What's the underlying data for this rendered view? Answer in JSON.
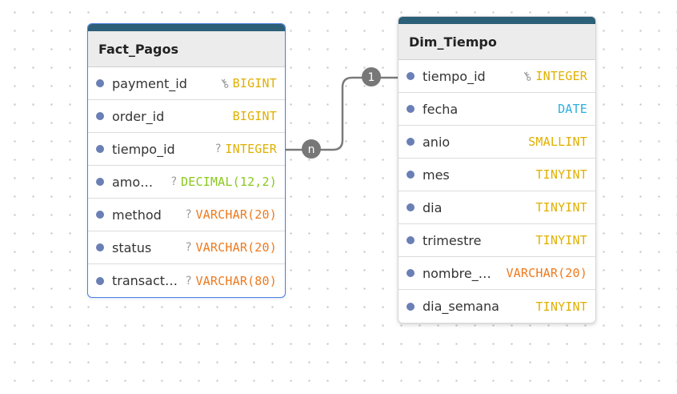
{
  "tables": [
    {
      "name": "Fact_Pagos",
      "selected": true,
      "columns": [
        {
          "name": "payment_id",
          "marker": "key",
          "type": "BIGINT",
          "type_color": "#e0b000"
        },
        {
          "name": "order_id",
          "marker": "",
          "type": "BIGINT",
          "type_color": "#e0b000"
        },
        {
          "name": "tiempo_id",
          "marker": "?",
          "type": "INTEGER",
          "type_color": "#e0b000"
        },
        {
          "name": "amo…",
          "marker": "?",
          "type": "DECIMAL(12,2)",
          "type_color": "#8ac81e"
        },
        {
          "name": "method",
          "marker": "?",
          "type": "VARCHAR(20)",
          "type_color": "#ee7a1e"
        },
        {
          "name": "status",
          "marker": "?",
          "type": "VARCHAR(20)",
          "type_color": "#ee7a1e"
        },
        {
          "name": "transact…",
          "marker": "?",
          "type": "VARCHAR(80)",
          "type_color": "#ee7a1e"
        }
      ]
    },
    {
      "name": "Dim_Tiempo",
      "selected": false,
      "columns": [
        {
          "name": "tiempo_id",
          "marker": "key",
          "type": "INTEGER",
          "type_color": "#e0b000"
        },
        {
          "name": "fecha",
          "marker": "",
          "type": "DATE",
          "type_color": "#2ab0e0"
        },
        {
          "name": "anio",
          "marker": "",
          "type": "SMALLINT",
          "type_color": "#e0b000"
        },
        {
          "name": "mes",
          "marker": "",
          "type": "TINYINT",
          "type_color": "#e0b000"
        },
        {
          "name": "dia",
          "marker": "",
          "type": "TINYINT",
          "type_color": "#e0b000"
        },
        {
          "name": "trimestre",
          "marker": "",
          "type": "TINYINT",
          "type_color": "#e0b000"
        },
        {
          "name": "nombre_…",
          "marker": "",
          "type": "VARCHAR(20)",
          "type_color": "#ee7a1e"
        },
        {
          "name": "dia_semana",
          "marker": "",
          "type": "TINYINT",
          "type_color": "#e0b000"
        }
      ]
    }
  ],
  "relationship": {
    "from_table": "Fact_Pagos",
    "from_column": "tiempo_id",
    "to_table": "Dim_Tiempo",
    "to_column": "tiempo_id",
    "from_cardinality": "n",
    "to_cardinality": "1",
    "line_color": "#7a7a7a"
  },
  "colors": {
    "header_bar": "#2c5f78",
    "selected_border": "#4a80e0",
    "column_dot": "#6a7fb5"
  }
}
